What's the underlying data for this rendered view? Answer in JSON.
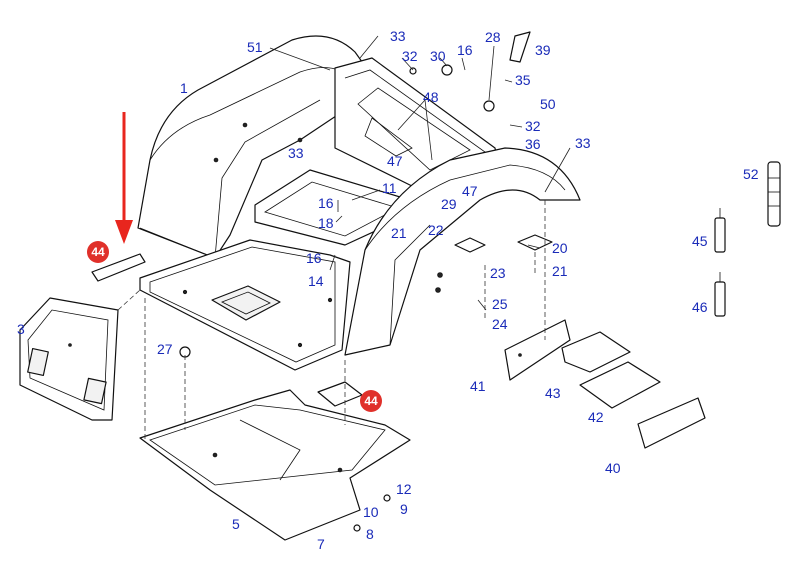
{
  "labels": [
    {
      "id": "l1",
      "text": "1"
    },
    {
      "id": "l3",
      "text": "3"
    },
    {
      "id": "l5",
      "text": "5"
    },
    {
      "id": "l7",
      "text": "7"
    },
    {
      "id": "l8",
      "text": "8"
    },
    {
      "id": "l9",
      "text": "9"
    },
    {
      "id": "l10",
      "text": "10"
    },
    {
      "id": "l11",
      "text": "11"
    },
    {
      "id": "l12",
      "text": "12"
    },
    {
      "id": "l14",
      "text": "14"
    },
    {
      "id": "l16a",
      "text": "16"
    },
    {
      "id": "l16b",
      "text": "16"
    },
    {
      "id": "l16c",
      "text": "16"
    },
    {
      "id": "l18",
      "text": "18"
    },
    {
      "id": "l20",
      "text": "20"
    },
    {
      "id": "l21a",
      "text": "21"
    },
    {
      "id": "l21b",
      "text": "21"
    },
    {
      "id": "l22",
      "text": "22"
    },
    {
      "id": "l23",
      "text": "23"
    },
    {
      "id": "l24",
      "text": "24"
    },
    {
      "id": "l25",
      "text": "25"
    },
    {
      "id": "l27",
      "text": "27"
    },
    {
      "id": "l28",
      "text": "28"
    },
    {
      "id": "l29",
      "text": "29"
    },
    {
      "id": "l30",
      "text": "30"
    },
    {
      "id": "l32a",
      "text": "32"
    },
    {
      "id": "l32b",
      "text": "32"
    },
    {
      "id": "l33a",
      "text": "33"
    },
    {
      "id": "l33b",
      "text": "33"
    },
    {
      "id": "l33c",
      "text": "33"
    },
    {
      "id": "l35",
      "text": "35"
    },
    {
      "id": "l36",
      "text": "36"
    },
    {
      "id": "l39",
      "text": "39"
    },
    {
      "id": "l40",
      "text": "40"
    },
    {
      "id": "l41",
      "text": "41"
    },
    {
      "id": "l42",
      "text": "42"
    },
    {
      "id": "l43",
      "text": "43"
    },
    {
      "id": "l45",
      "text": "45"
    },
    {
      "id": "l46",
      "text": "46"
    },
    {
      "id": "l47a",
      "text": "47"
    },
    {
      "id": "l47b",
      "text": "47"
    },
    {
      "id": "l48",
      "text": "48"
    },
    {
      "id": "l50",
      "text": "50"
    },
    {
      "id": "l51",
      "text": "51"
    },
    {
      "id": "l52",
      "text": "52"
    }
  ],
  "highlight": {
    "part_number": "44",
    "badge_color": "#e0302a",
    "arrow_color": "#e8261e",
    "label_color": "#1a2bb8"
  }
}
